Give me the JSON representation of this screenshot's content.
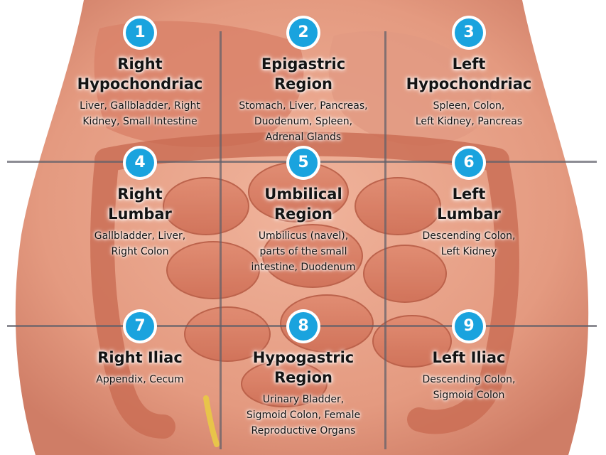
{
  "colors": {
    "badge": "#1aa3de",
    "skin": "#e8a088",
    "organ": "#d8765c",
    "grid_line": "#5f5f69",
    "text": "#141414"
  },
  "regions": [
    {
      "number": "1",
      "title": "Right\nHypochondriac",
      "organs": "Liver, Gallbladder, Right\nKidney, Small Intestine"
    },
    {
      "number": "2",
      "title": "Epigastric\nRegion",
      "organs": "Stomach, Liver, Pancreas,\nDuodenum, Spleen,\nAdrenal Glands"
    },
    {
      "number": "3",
      "title": "Left\nHypochondriac",
      "organs": "Spleen, Colon,\nLeft Kidney, Pancreas"
    },
    {
      "number": "4",
      "title": "Right\nLumbar",
      "organs": "Gallbladder, Liver,\nRight Colon"
    },
    {
      "number": "5",
      "title": "Umbilical\nRegion",
      "organs": "Umbilicus (navel),\nparts of the small\nintestine, Duodenum"
    },
    {
      "number": "6",
      "title": "Left\nLumbar",
      "organs": "Descending Colon,\nLeft Kidney"
    },
    {
      "number": "7",
      "title": "Right Iliac",
      "organs": "Appendix, Cecum"
    },
    {
      "number": "8",
      "title": "Hypogastric\nRegion",
      "organs": "Urinary Bladder,\nSigmoid Colon, Female\nReproductive Organs"
    },
    {
      "number": "9",
      "title": "Left Iliac",
      "organs": "Descending Colon,\nSigmoid Colon"
    }
  ]
}
